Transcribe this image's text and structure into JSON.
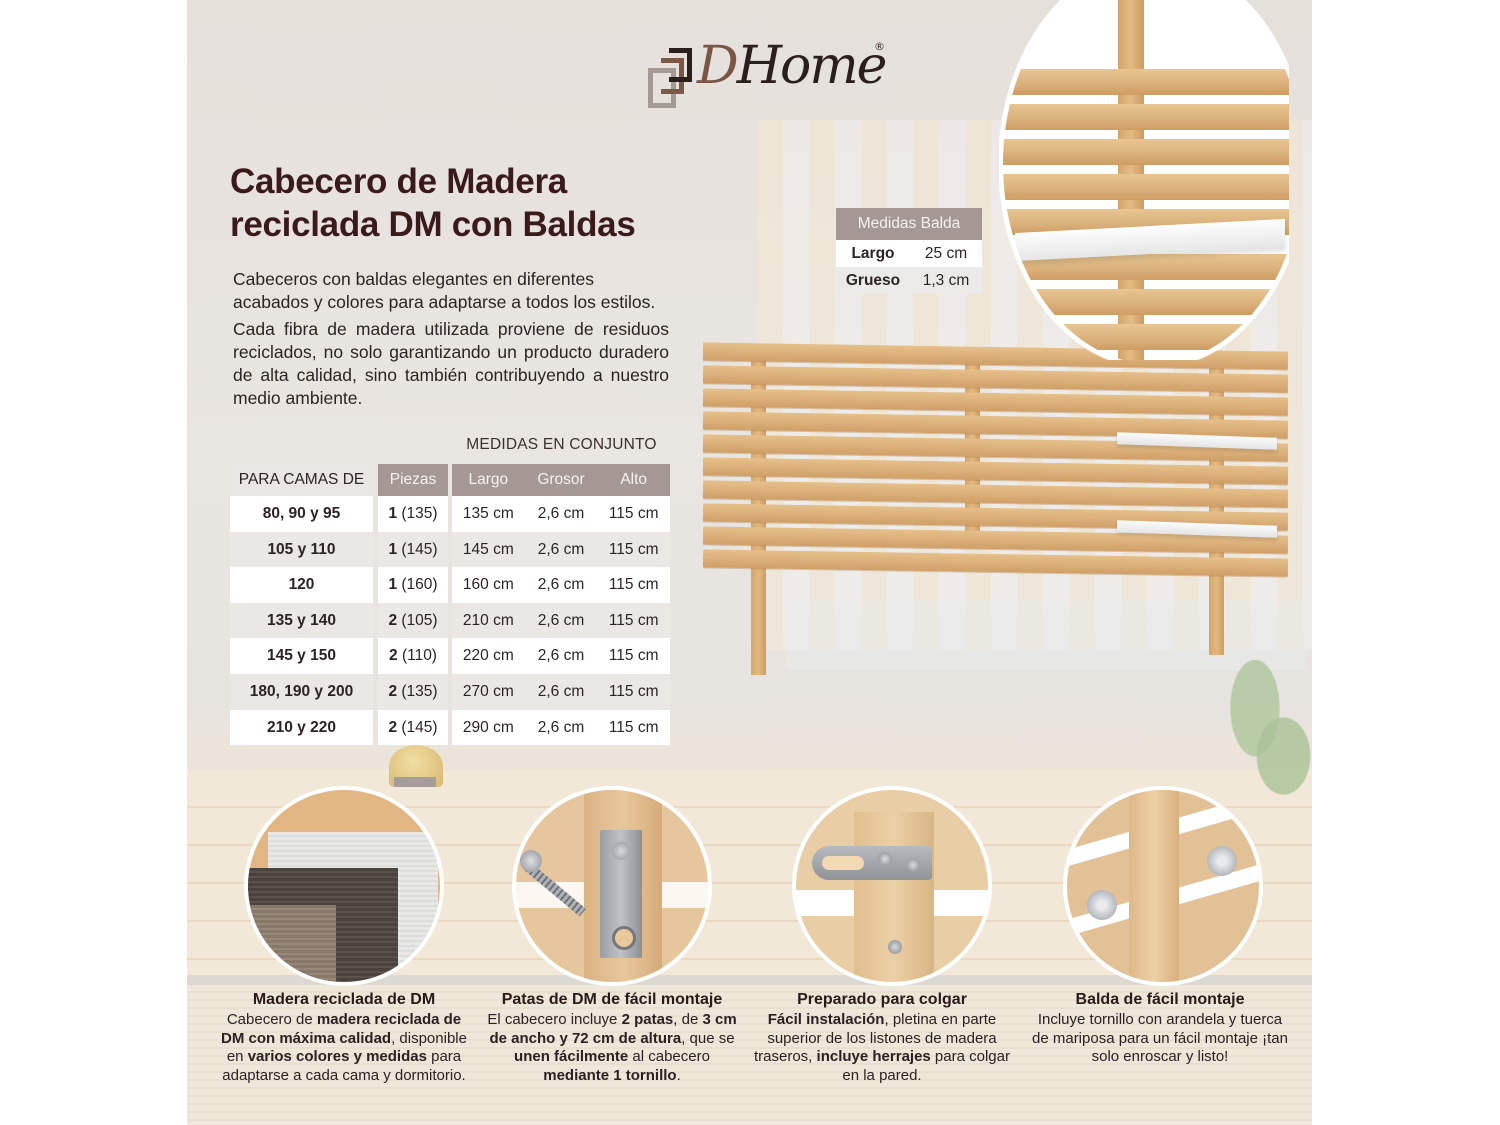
{
  "brand": {
    "name_d": "D",
    "name_rest": "Home",
    "registered": "®",
    "colors": {
      "dark": "#2b1f1c",
      "brown": "#7a5444",
      "gray": "#a39a93"
    }
  },
  "title": {
    "line1": "Cabecero de Madera",
    "line2": "reciclada DM con Baldas"
  },
  "intro": {
    "p1": "Cabeceros con baldas elegantes en diferentes acabados y colores para adaptarse a todos los estilos.",
    "p2": "Cada fibra de madera utilizada proviene de residuos reciclados, no solo garantizando un producto duradero de alta calidad, sino también contribuyendo a nuestro medio ambiente."
  },
  "spec_table": {
    "group_header": "MEDIDAS EN CONJUNTO",
    "headers": {
      "camas": "PARA CAMAS DE",
      "piezas": "Piezas",
      "largo": "Largo",
      "grosor": "Grosor",
      "alto": "Alto"
    },
    "header_color": "#a49794",
    "rows": [
      {
        "camas": "80, 90 y 95",
        "piezas_n": "1",
        "piezas_w": "(135)",
        "largo": "135 cm",
        "grosor": "2,6 cm",
        "alto": "115 cm"
      },
      {
        "camas": "105 y 110",
        "piezas_n": "1",
        "piezas_w": "(145)",
        "largo": "145 cm",
        "grosor": "2,6 cm",
        "alto": "115 cm"
      },
      {
        "camas": "120",
        "piezas_n": "1",
        "piezas_w": "(160)",
        "largo": "160 cm",
        "grosor": "2,6 cm",
        "alto": "115 cm"
      },
      {
        "camas": "135 y 140",
        "piezas_n": "2",
        "piezas_w": "(105)",
        "largo": "210 cm",
        "grosor": "2,6 cm",
        "alto": "115 cm"
      },
      {
        "camas": "145 y 150",
        "piezas_n": "2",
        "piezas_w": "(110)",
        "largo": "220 cm",
        "grosor": "2,6 cm",
        "alto": "115 cm"
      },
      {
        "camas": "180, 190 y 200",
        "piezas_n": "2",
        "piezas_w": "(135)",
        "largo": "270 cm",
        "grosor": "2,6 cm",
        "alto": "115 cm"
      },
      {
        "camas": "210 y 220",
        "piezas_n": "2",
        "piezas_w": "(145)",
        "largo": "290 cm",
        "grosor": "2,6 cm",
        "alto": "115 cm"
      }
    ]
  },
  "balda_table": {
    "header": "Medidas Balda",
    "rows": [
      {
        "label": "Largo",
        "value": "25 cm"
      },
      {
        "label": "Grueso",
        "value": "1,3 cm"
      }
    ]
  },
  "features": [
    {
      "icon": "wood-samples-icon",
      "title": "Madera reciclada de DM",
      "desc": [
        {
          "t": "Cabecero de ",
          "b": false
        },
        {
          "t": "madera reciclada de DM con máxima calidad",
          "b": true
        },
        {
          "t": ", disponible en ",
          "b": false
        },
        {
          "t": "varios colores y medidas",
          "b": true
        },
        {
          "t": " para adaptarse a cada cama y dormitorio.",
          "b": false
        }
      ]
    },
    {
      "icon": "leg-plate-screw-icon",
      "title": "Patas de DM de fácil montaje",
      "desc": [
        {
          "t": "El cabecero incluye ",
          "b": false
        },
        {
          "t": "2 patas",
          "b": true
        },
        {
          "t": ", de ",
          "b": false
        },
        {
          "t": "3 cm de ancho y 72 cm de altura",
          "b": true
        },
        {
          "t": ", que se ",
          "b": false
        },
        {
          "t": "unen fácilmente",
          "b": true
        },
        {
          "t": " al cabecero ",
          "b": false
        },
        {
          "t": "mediante 1 tornillo",
          "b": true
        },
        {
          "t": ".",
          "b": false
        }
      ]
    },
    {
      "icon": "hanging-bracket-icon",
      "title": "Preparado para colgar",
      "desc": [
        {
          "t": "Fácil instalación",
          "b": true
        },
        {
          "t": ", pletina en parte superior de los listones de madera traseros, ",
          "b": false
        },
        {
          "t": "incluye herrajes",
          "b": true
        },
        {
          "t": " para colgar en la pared.",
          "b": false
        }
      ]
    },
    {
      "icon": "wing-nut-washer-icon",
      "title": "Balda de fácil montaje",
      "desc": [
        {
          "t": "Incluye tornillo con arandela y tuerca de mariposa para un fácil montaje ¡tan solo enroscar y listo!",
          "b": false
        }
      ]
    }
  ],
  "colors": {
    "title": "#3b1a1b",
    "wood": "#dcb07a",
    "shelf": "#f4f4f4",
    "table_alt_row": "#eae7e5"
  }
}
